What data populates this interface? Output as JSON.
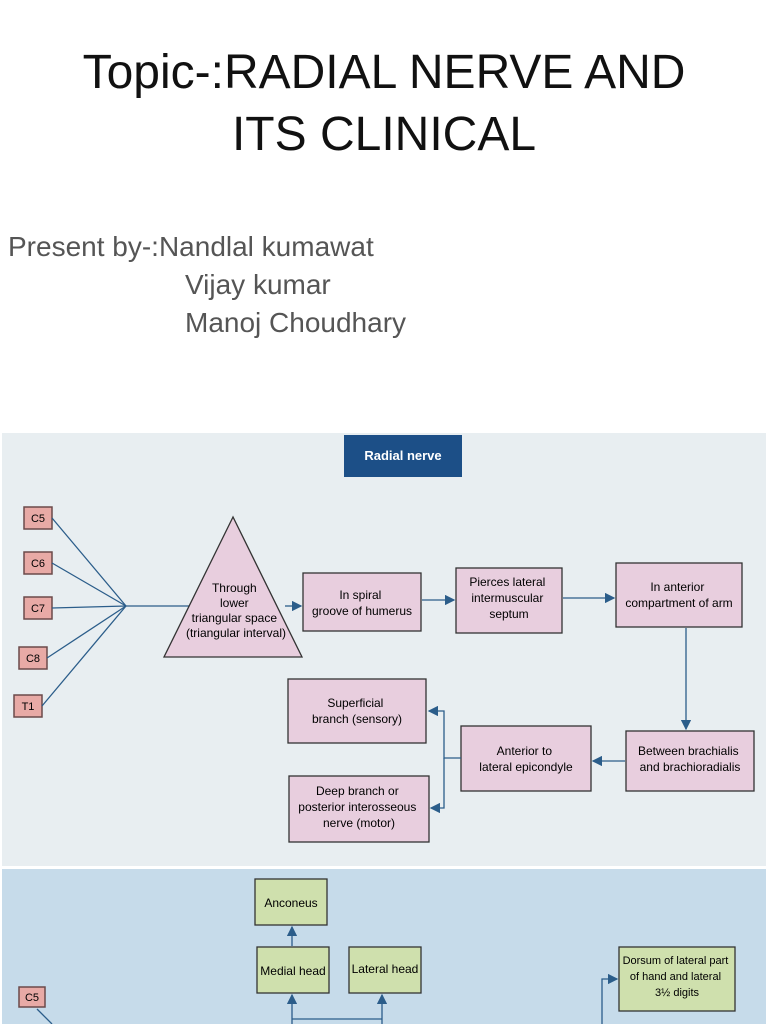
{
  "slide": {
    "title_line1": "Topic-:RADIAL NERVE AND",
    "title_line2": "ITS CLINICAL",
    "presenter_label": "Present by-:Nandlal kumawat",
    "presenters": [
      "Vijay kumar",
      "Manoj Choudhary"
    ]
  },
  "diagram1": {
    "header": "Radial nerve",
    "roots": [
      "C5",
      "C6",
      "C7",
      "C8",
      "T1"
    ],
    "triangle": [
      "Through",
      "lower",
      "triangular space",
      "(triangular interval)"
    ],
    "spiral": [
      "In spiral",
      "groove of humerus"
    ],
    "pierces": [
      "Pierces lateral",
      "intermuscular",
      "septum"
    ],
    "anterior_comp": [
      "In anterior",
      "compartment of arm"
    ],
    "between": [
      "Between brachialis",
      "and brachioradialis"
    ],
    "epicondyle": [
      "Anterior to",
      "lateral epicondyle"
    ],
    "superficial": [
      "Superficial",
      "branch (sensory)"
    ],
    "deep": [
      "Deep branch or",
      "posterior interosseous",
      "nerve (motor)"
    ]
  },
  "diagram2": {
    "anconeus": "Anconeus",
    "medial": "Medial head",
    "lateral": "Lateral head",
    "dorsum": [
      "Dorsum of lateral part",
      "of hand and lateral",
      "3½ digits"
    ],
    "root": "C5"
  },
  "colors": {
    "box_pink": "#e8cede",
    "header_blue": "#1c4f87",
    "box_green": "#cfe0ad",
    "root_box": "#e8aaa6",
    "line": "#2b5d8a"
  }
}
